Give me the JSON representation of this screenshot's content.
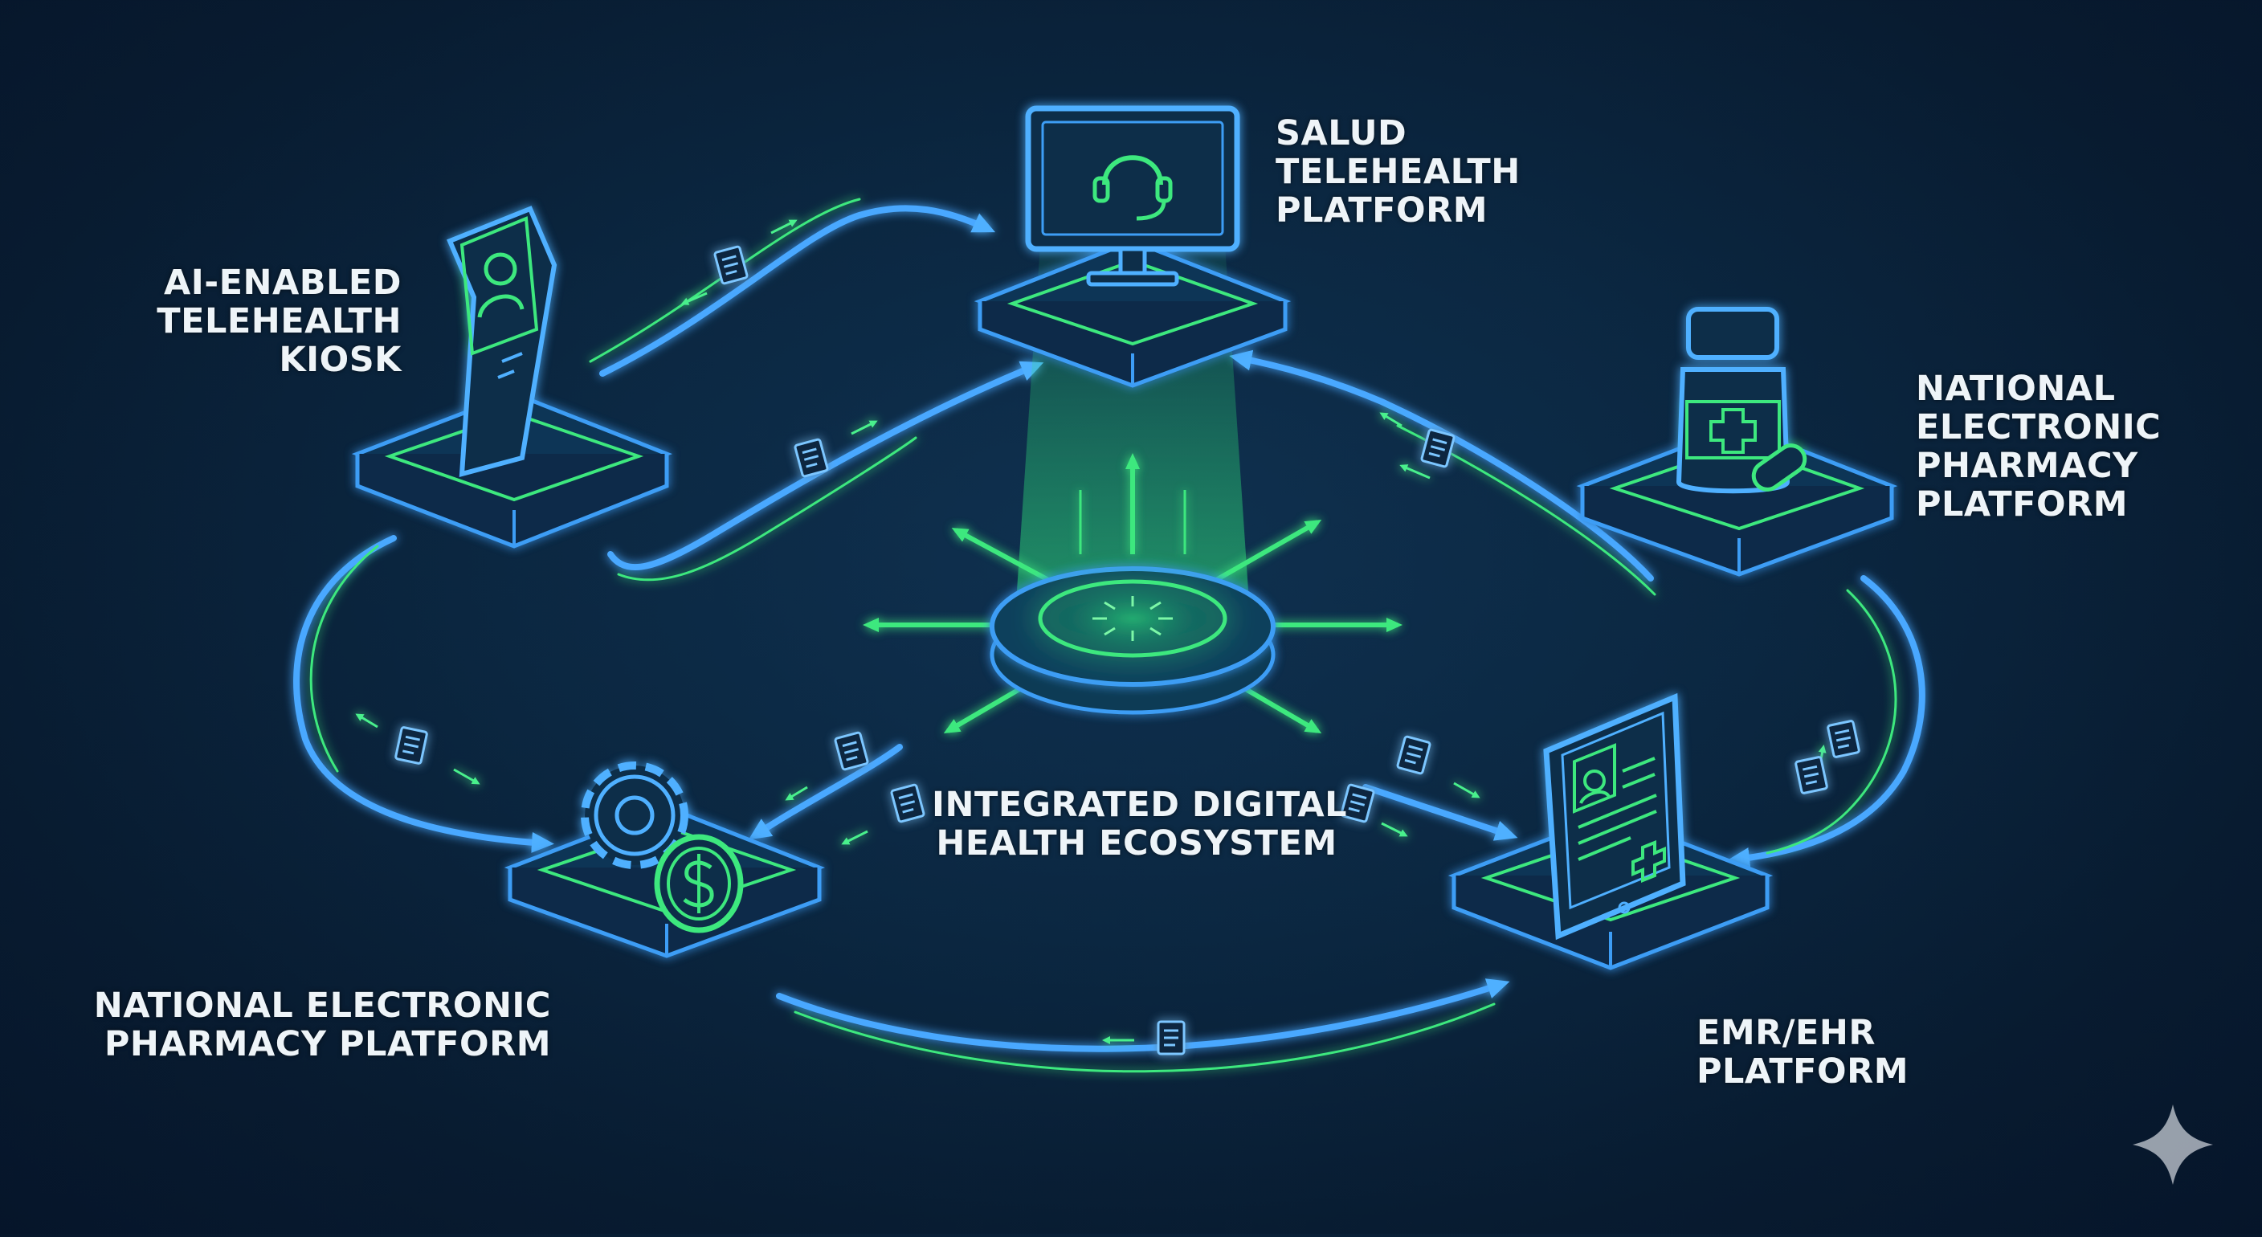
{
  "colors": {
    "background": "#0b2741",
    "blue_glow": "#3d9df5",
    "green_glow": "#3ee87e"
  },
  "icons": [
    "headset-monitor-icon",
    "telehealth-kiosk-icon",
    "medicine-bottle-icon",
    "gear-dollar-icon",
    "medical-record-tablet-icon",
    "document-icon",
    "sparkle-icon"
  ],
  "nodes": {
    "salud": {
      "lines": [
        "SALUD",
        "TELEHEALTH",
        "PLATFORM"
      ]
    },
    "kiosk": {
      "lines": [
        "AI-ENABLED",
        "TELEHEALTH",
        "KIOSK"
      ]
    },
    "pharmacy_right": {
      "lines": [
        "NATIONAL",
        "ELECTRONIC",
        "PHARMACY",
        "PLATFORM"
      ]
    },
    "pharmacy_left": {
      "lines": [
        "NATIONAL ELECTRONIC",
        "PHARMACY PLATFORM"
      ]
    },
    "emr": {
      "lines": [
        "EMR/EHR",
        "PLATFORM"
      ]
    },
    "hub": {
      "lines": [
        "INTEGRATED DIGITAL",
        "HEALTH ECOSYSTEM"
      ]
    }
  }
}
